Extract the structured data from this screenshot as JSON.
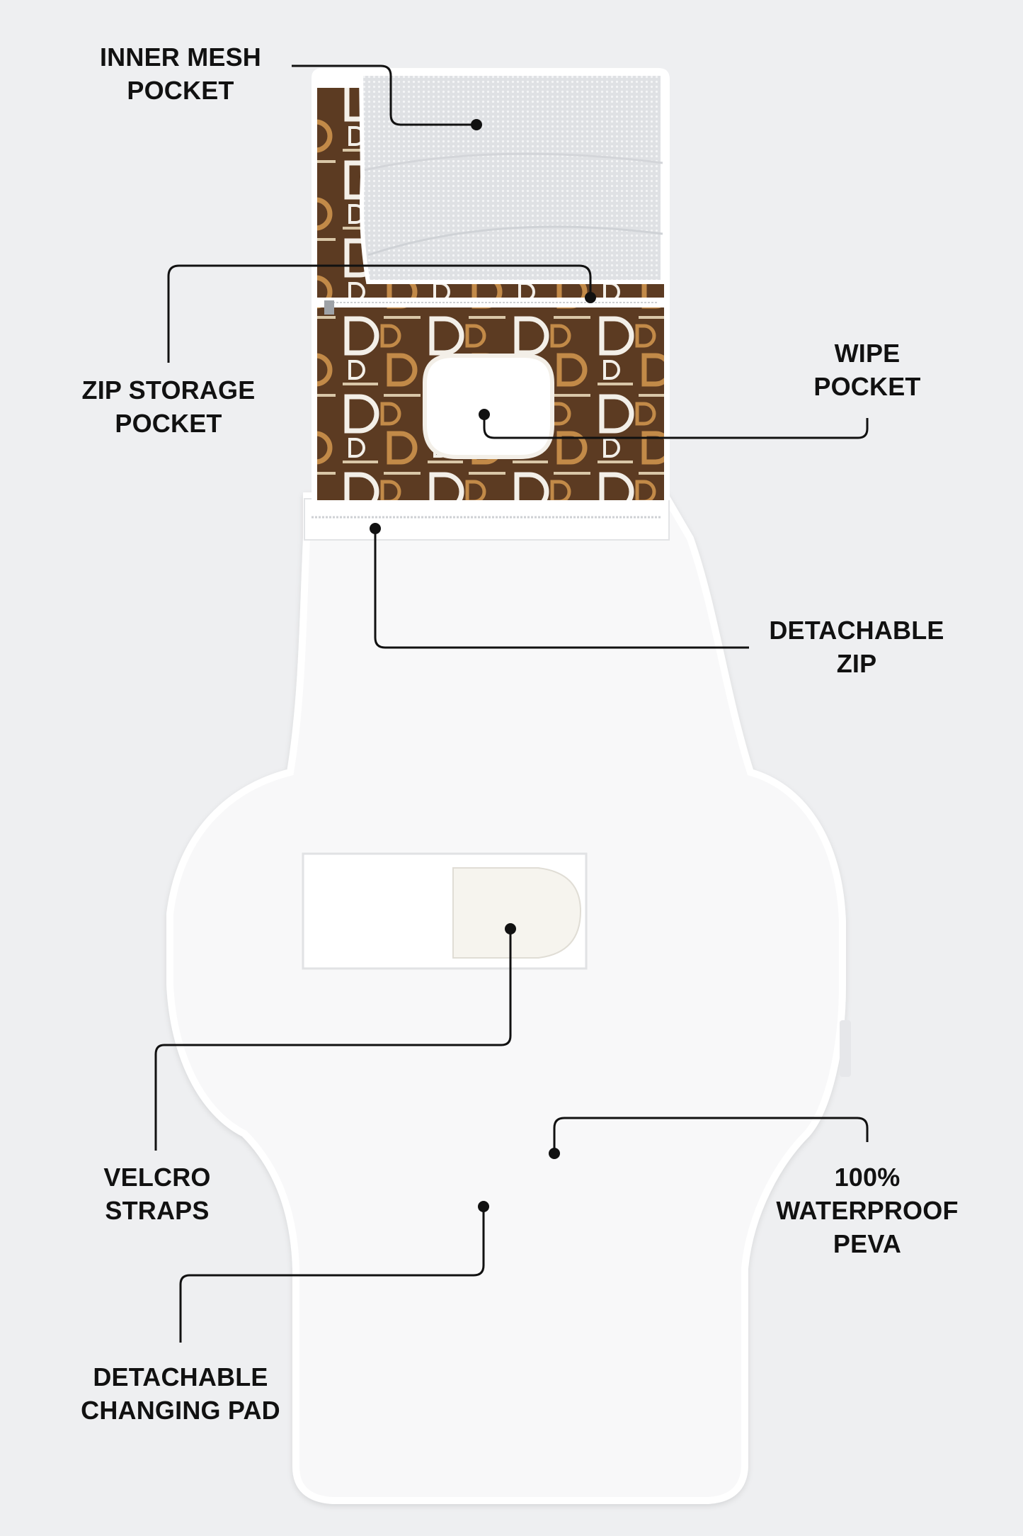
{
  "colors": {
    "background": "#eeeff1",
    "pad_white": "#f8f8f9",
    "pad_edge": "#ffffff",
    "print_brown": "#5c3b22",
    "print_tan": "#c28a48",
    "mesh_grey": "#dfe1e4",
    "leader_line": "#111111"
  },
  "icons": {
    "leader_end": "dot-icon",
    "print_motif": "letter-d-pattern"
  },
  "callouts": {
    "inner_mesh_pocket": {
      "line1": "INNER MESH",
      "line2": "POCKET"
    },
    "zip_storage_pocket": {
      "line1": "ZIP STORAGE",
      "line2": "POCKET"
    },
    "wipe_pocket": {
      "line1": "WIPE",
      "line2": "POCKET"
    },
    "detachable_zip": {
      "line1": "DETACHABLE",
      "line2": "ZIP"
    },
    "velcro_straps": {
      "line1": "VELCRO",
      "line2": "STRAPS"
    },
    "waterproof_peva": {
      "line1": "100%",
      "line2": "WATERPROOF",
      "line3": "PEVA"
    },
    "detachable_changing_pad": {
      "line1": "DETACHABLE",
      "line2": "CHANGING PAD"
    }
  }
}
